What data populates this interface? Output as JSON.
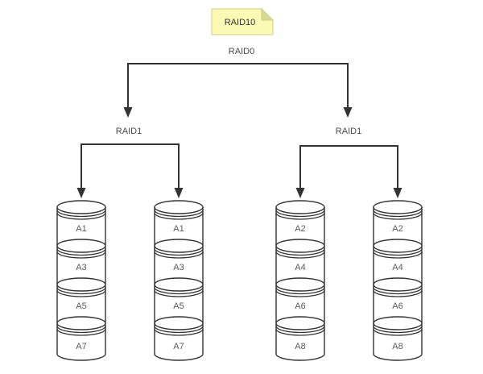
{
  "diagram": {
    "note": {
      "label": "RAID10"
    },
    "root": {
      "label": "RAID0"
    },
    "groups": [
      {
        "label": "RAID1"
      },
      {
        "label": "RAID1"
      }
    ],
    "disks": [
      {
        "segments": [
          "A1",
          "A3",
          "A5",
          "A7"
        ]
      },
      {
        "segments": [
          "A1",
          "A3",
          "A5",
          "A7"
        ]
      },
      {
        "segments": [
          "A2",
          "A4",
          "A6",
          "A8"
        ]
      },
      {
        "segments": [
          "A2",
          "A4",
          "A6",
          "A8"
        ]
      }
    ]
  },
  "colors": {
    "background": "#ffffff",
    "line": "#333333",
    "label_text": "#4a4a4a",
    "disk_text": "#595959",
    "note_fill": "#fafab4",
    "note_fold": "#d8d88e",
    "note_border": "#cfcf85"
  }
}
